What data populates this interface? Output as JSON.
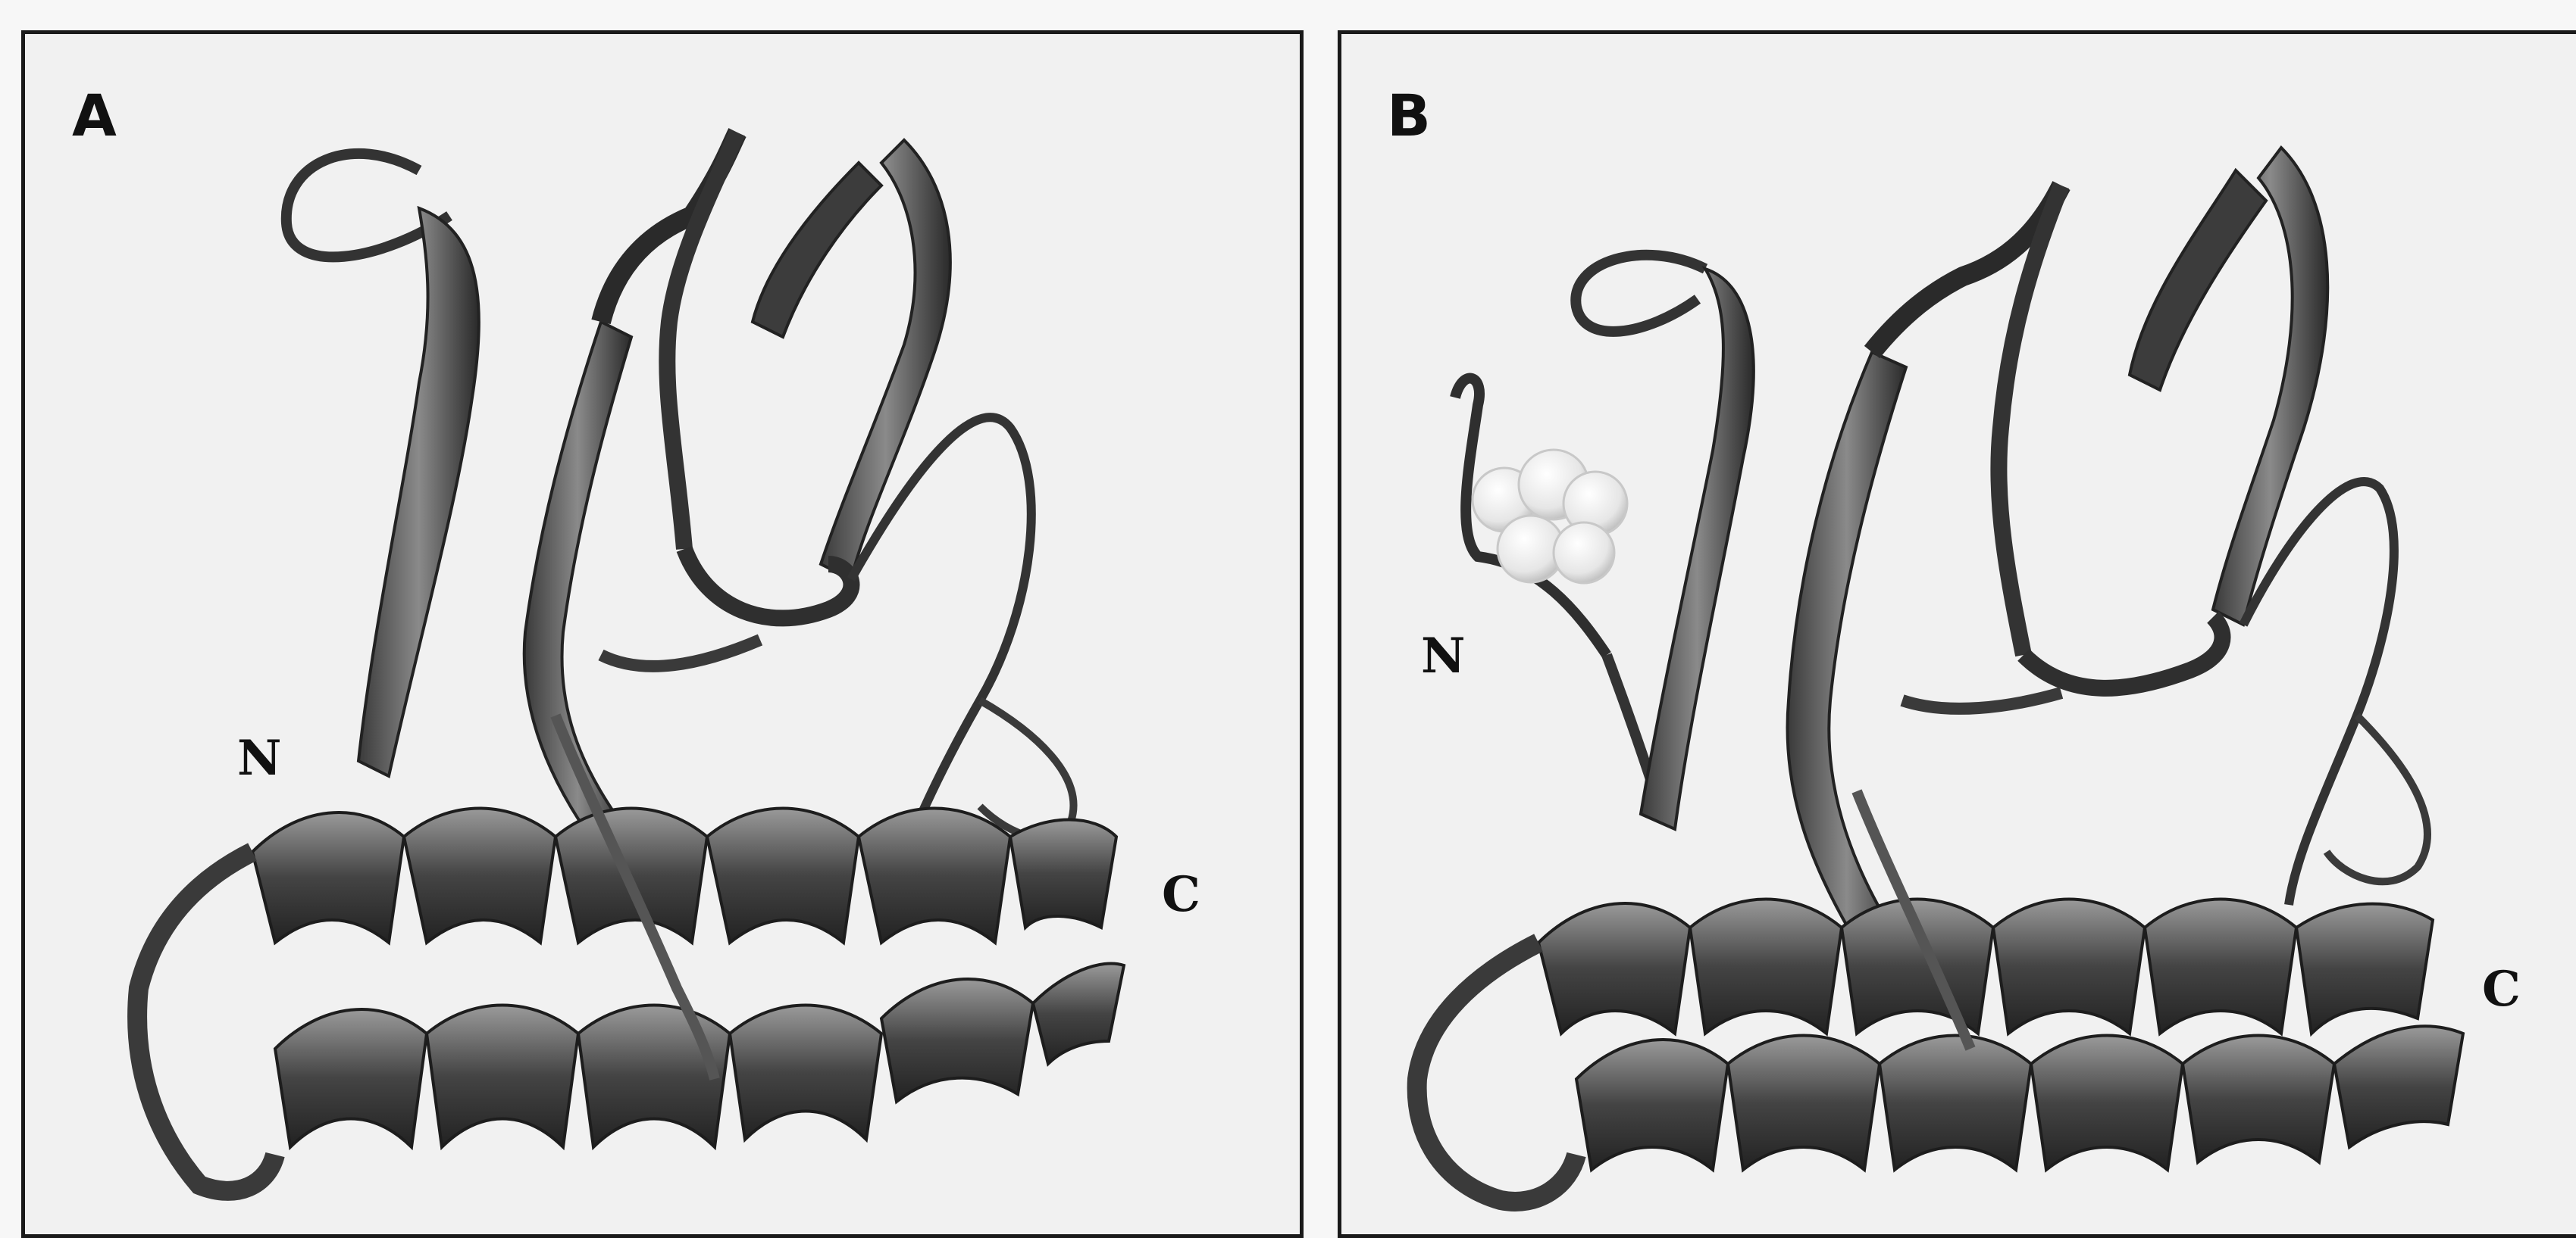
{
  "panels": [
    {
      "id": "A",
      "label": "A",
      "n_terminus_label": "N",
      "c_terminus_label": "C",
      "has_ligand": false
    },
    {
      "id": "B",
      "label": "B",
      "n_terminus_label": "N",
      "c_terminus_label": "C",
      "has_ligand": true
    }
  ],
  "colors": {
    "ribbon_dark": "#2e2e2e",
    "ribbon_mid": "#6a6a6a",
    "ribbon_light": "#bdbdbd",
    "ligand": "#f4f4f4",
    "background": "#f1f1f1"
  }
}
